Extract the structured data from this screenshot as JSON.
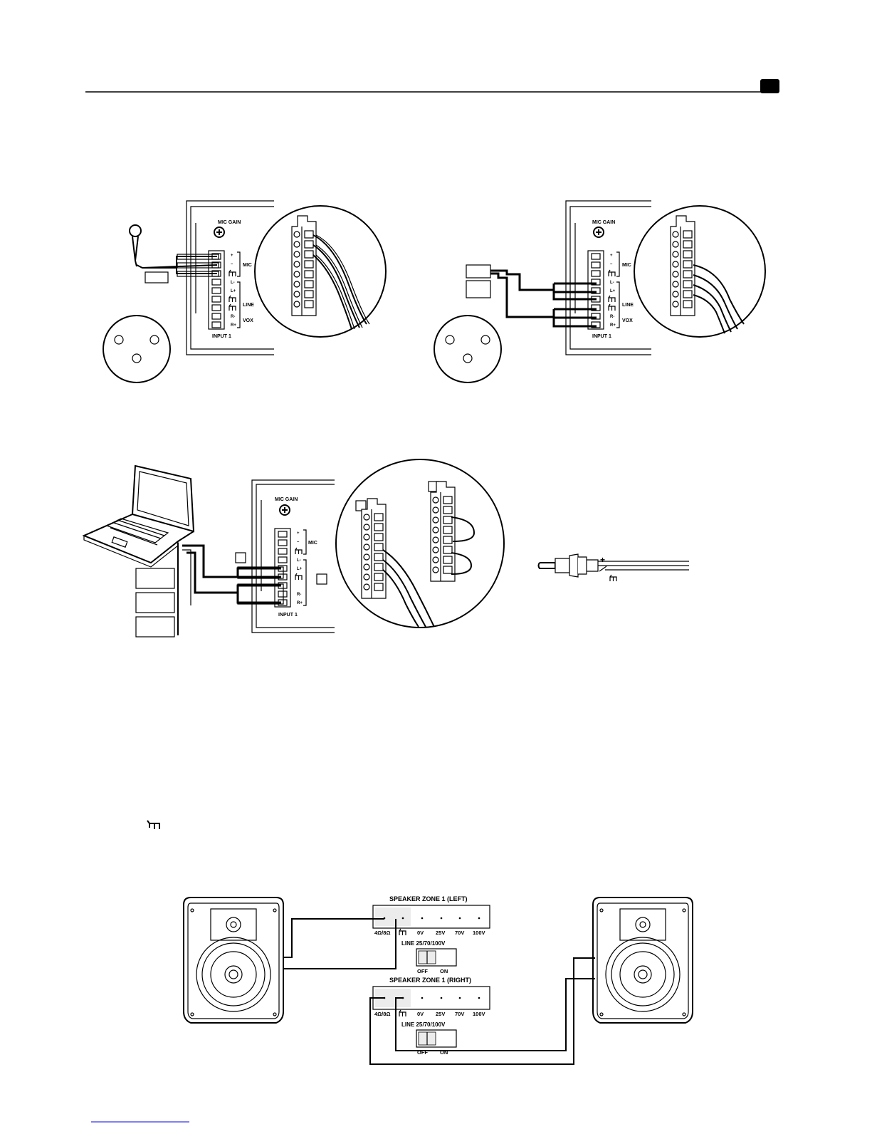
{
  "page": {
    "header_badge_color": "#000000",
    "rule_color": "#000000"
  },
  "panel": {
    "mic_gain_label": "MIC GAIN",
    "input_label": "INPUT 1",
    "pin_labels": [
      "+",
      "–",
      "",
      "L-",
      "L+",
      "",
      "",
      "R-",
      "R+"
    ],
    "mic_group_label": "MIC",
    "line_group_label": "LINE",
    "vox_group_label": "VOX"
  },
  "rca": {
    "plus_label": "+"
  },
  "speaker_zone": {
    "left_title": "SPEAKER ZONE 1 (LEFT)",
    "right_title": "SPEAKER ZONE 1 (RIGHT)",
    "terminals": [
      "4Ω/8Ω",
      "",
      "0V",
      "25V",
      "70V",
      "100V"
    ],
    "switch_title": "LINE 25/70/100V",
    "switch_off": "OFF",
    "switch_on": "ON"
  },
  "icons": {
    "ground": "ground-symbol-icon",
    "microphone": "microphone-icon",
    "xlr": "xlr-connector-icon",
    "laptop": "laptop-icon",
    "speaker": "loudspeaker-icon",
    "rca": "rca-plug-icon"
  }
}
